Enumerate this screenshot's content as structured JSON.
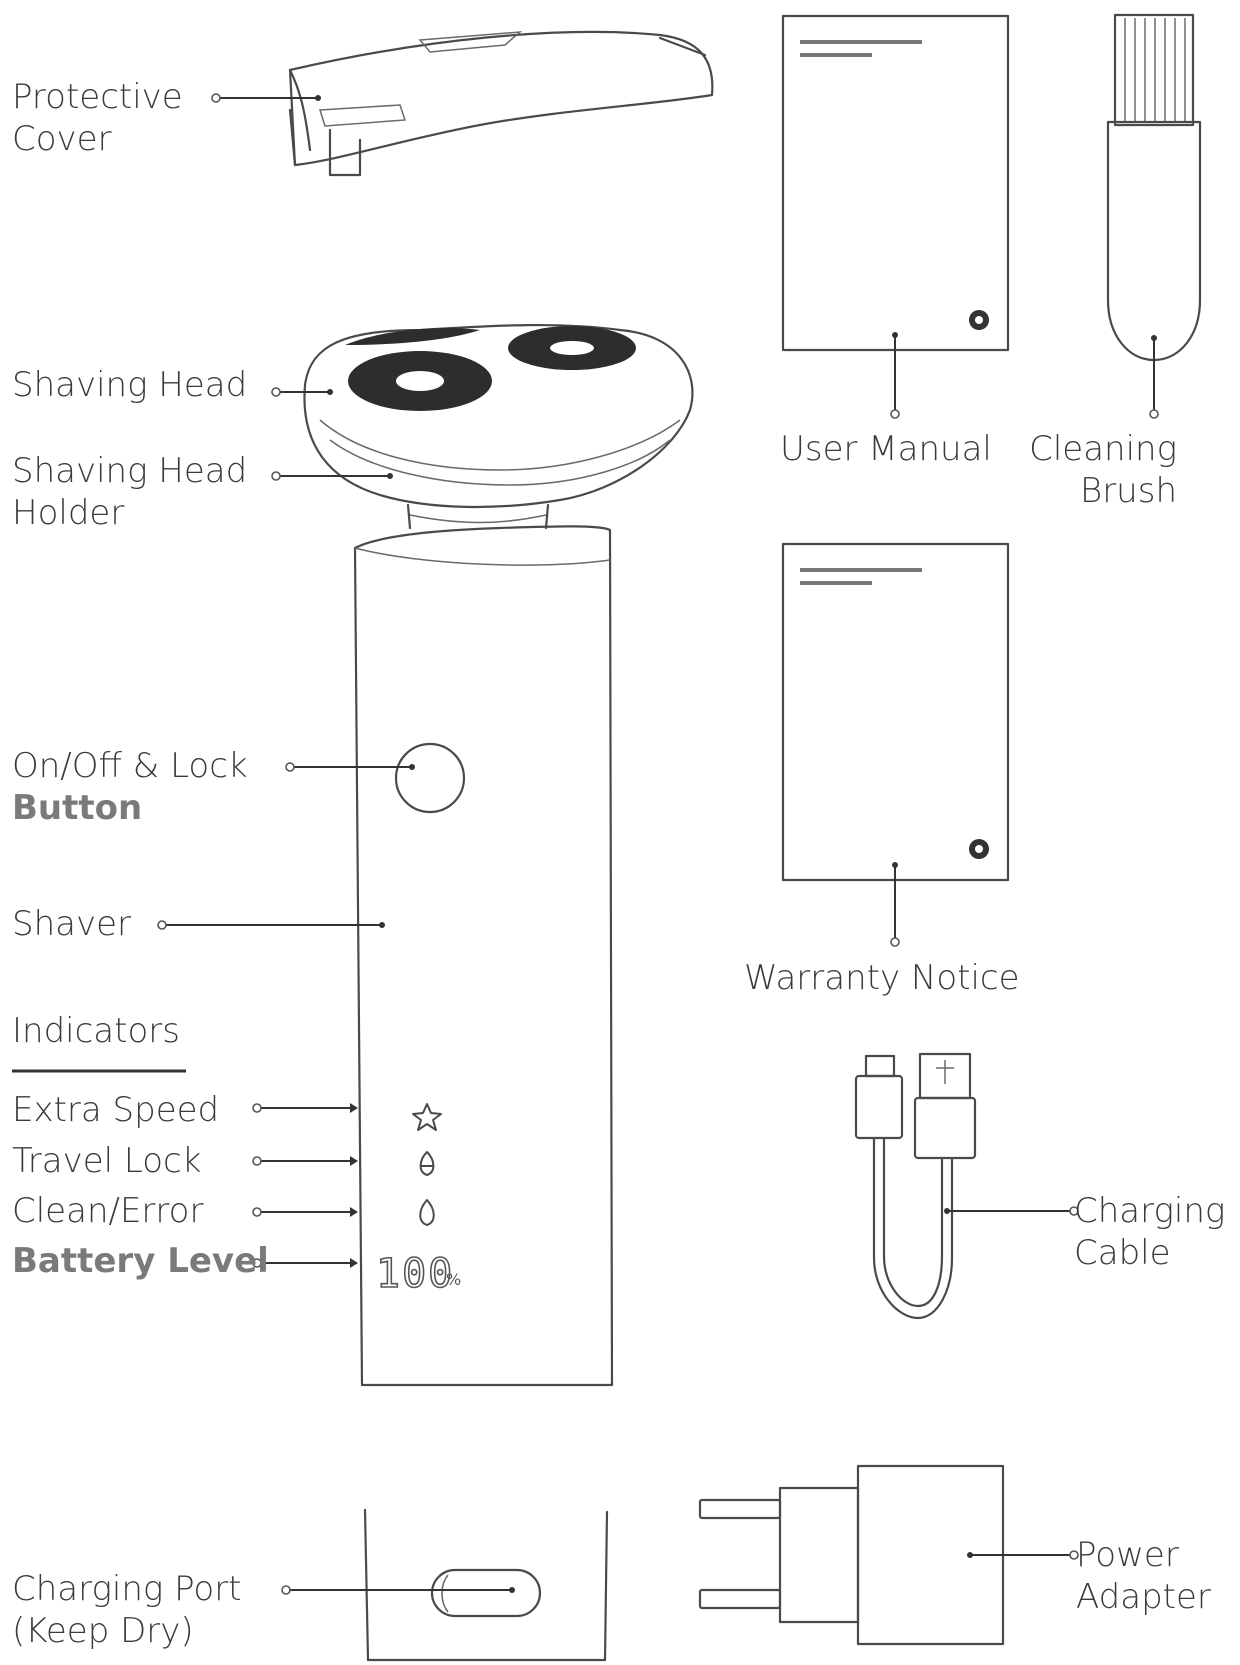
{
  "labels": {
    "protective_cover": [
      "Protective",
      "Cover"
    ],
    "shaving_head": "Shaving Head",
    "shaving_head_holder": [
      "Shaving Head",
      "Holder"
    ],
    "on_off_lock": [
      "On/Off & Lock",
      "Button"
    ],
    "shaver": "Shaver",
    "indicators_heading": "Indicators",
    "extra_speed": "Extra Speed",
    "travel_lock": "Travel Lock",
    "clean_error": "Clean/Error",
    "battery_level": "Battery Level",
    "charging_port": [
      "Charging Port",
      "(Keep Dry)"
    ],
    "user_manual": "User Manual",
    "cleaning_brush": [
      "Cleaning",
      "Brush"
    ],
    "warranty_notice": "Warranty Notice",
    "charging_cable": [
      "Charging",
      "Cable"
    ],
    "power_adapter": [
      "Power",
      "Adapter"
    ]
  },
  "display": {
    "battery_readout": "100",
    "battery_unit": "%"
  },
  "icons": {
    "extra_speed": "star-icon",
    "travel_lock": "lock-drop-icon",
    "clean_error": "drop-icon"
  }
}
